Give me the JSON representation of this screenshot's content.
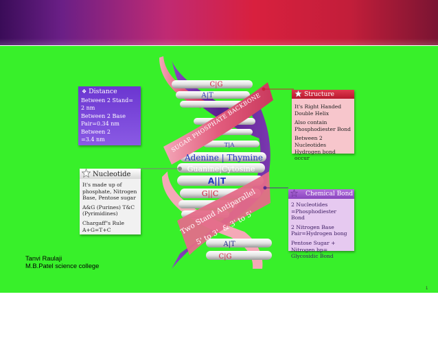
{
  "distance": {
    "title": "Distance",
    "lines": [
      "Between 2 Stand=",
      "2 nm",
      "Between 2 Base",
      "Pair=0.34 nm",
      "Between 2",
      "=3.4 nm"
    ]
  },
  "structure": {
    "title": "Structure",
    "items": [
      "It's Right Handed Double Helix",
      "Also contain Phosphodiester Bond",
      "Between 2 Nucleotides Hydrogen bond occur"
    ]
  },
  "nucleotide": {
    "title": "Nucleotide",
    "items": [
      "It's made up of phosphate, Nitrogen Base, Pentose sugar",
      "A&G (Purines) T&C (Pyrimidines)",
      "Chargaff\"s Rule A+G=T+C"
    ]
  },
  "chemical_bond": {
    "title": "Chemical Bond",
    "items": [
      "2 Nucleotides =Phosphodiester Bond",
      "2 Nitrogen Base Pair=Hydrogen bong",
      "Pentose Sugar + Nitrogen bp= Glycosidic Bond"
    ]
  },
  "helix": {
    "pairs": [
      "C|G",
      "A|T",
      "T|A",
      "Adenine | Thymine",
      "Guanine|Cytosine",
      "A||T",
      "G||C",
      "A|T",
      "C|G"
    ],
    "backbone_label": "SUGAR PHOSPHATE BACKBONE",
    "antiparallel_label": "Two Stand Antiparallel",
    "direction_label": "5' to 3'  & 3' to 5'"
  },
  "author": {
    "name": "Tanvi Raulaji",
    "college": "M.B.Patel science college"
  },
  "page_number": "1",
  "colors": {
    "background": "#38f02a",
    "distance_box": "#7b44d9",
    "structure_header": "#c8233a",
    "structure_body": "#f7c6cc",
    "nucleotide_box": "#f1f1f1",
    "chemical_header": "#9a58c8",
    "chemical_body": "#e6c9f0",
    "pink_strand": "#e86f8a",
    "purple_strand": "#6d2aa1"
  }
}
